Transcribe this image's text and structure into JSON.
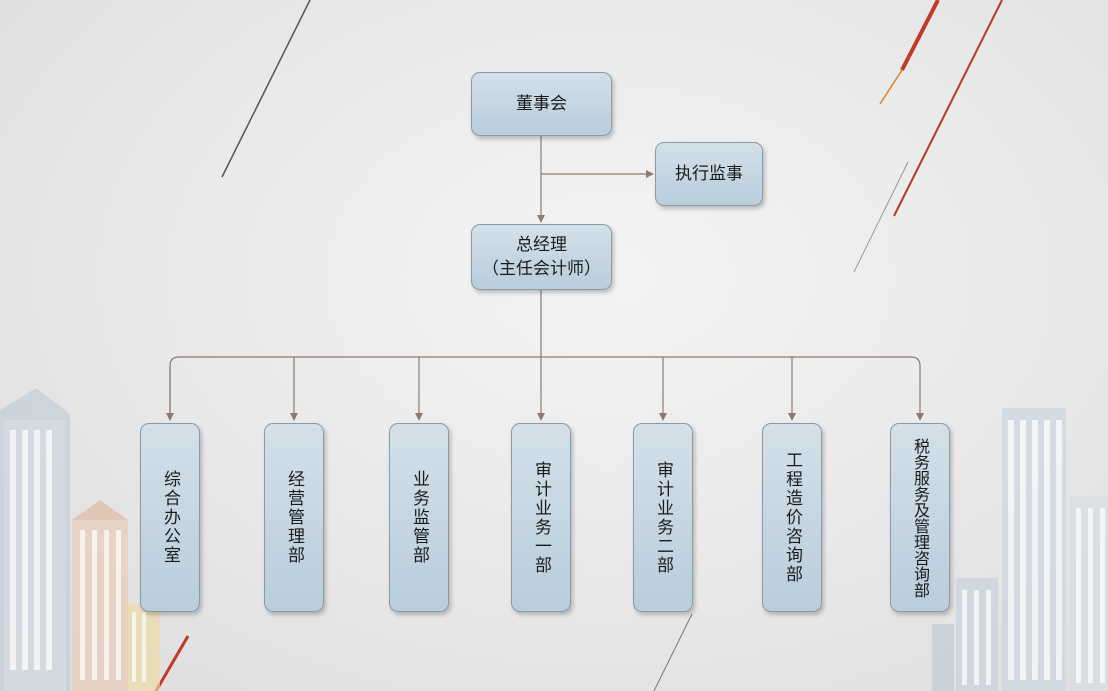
{
  "org_chart": {
    "top": {
      "board": "董事会",
      "supervisor": "执行监事"
    },
    "general_manager": "总经理\n（主任会计师）",
    "departments": [
      {
        "label": "综合办公室"
      },
      {
        "label": "经营管理部"
      },
      {
        "label": "业务监管部"
      },
      {
        "label": "审计业务一部"
      },
      {
        "label": "审计业务二部"
      },
      {
        "label": "工程造价咨询部"
      },
      {
        "label": "税务服务及管理咨询部"
      }
    ]
  },
  "colors": {
    "node_fill_top": "#d3e0ea",
    "node_fill_bottom": "#b9cddb",
    "node_border": "#8a9aa6",
    "connector": "#8c7a72",
    "accent_red": "#c0392b"
  }
}
